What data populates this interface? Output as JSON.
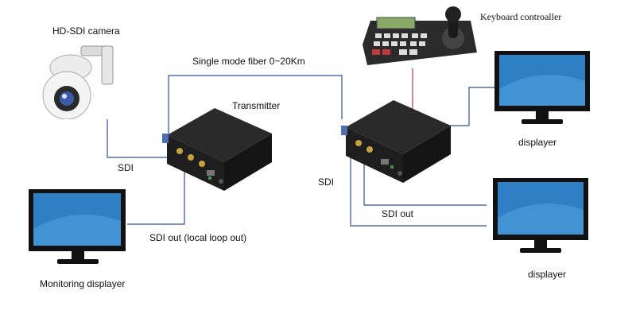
{
  "labels": {
    "camera": "HD-SDI camera",
    "fiber": "Single mode fiber 0~20Km",
    "transmitter": "Transmitter",
    "keyboard": "Keyboard controaller",
    "displayer_top": "displayer",
    "displayer_bottom": "displayer",
    "sdi_left": "SDI",
    "sdi_right": "SDI",
    "sdi_out_local": "SDI out (local loop out)",
    "sdi_out": "SDI out",
    "monitoring": "Monitoring displayer"
  },
  "colors": {
    "fiber_line": "#2f4fa8",
    "control_line": "#c0304a",
    "device_body": "#1e1e1e",
    "monitor_screen": "#2f7fc4"
  },
  "icons": [
    "camera-icon",
    "transmitter-icon",
    "receiver-icon",
    "keyboard-controller-icon",
    "monitor-icon"
  ]
}
